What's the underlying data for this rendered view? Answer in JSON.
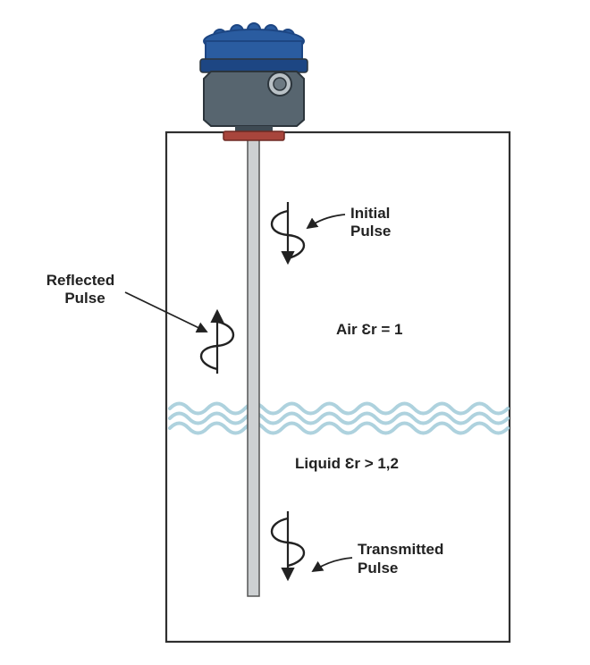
{
  "diagram": {
    "labels": {
      "initial_pulse": [
        "Initial",
        "Pulse"
      ],
      "reflected_pulse": [
        "Reflected",
        "Pulse"
      ],
      "transmitted_pulse": [
        "Transmitted",
        "Pulse"
      ],
      "air": "Air Ɛr = 1",
      "liquid": "Liquid Ɛr > 1,2"
    },
    "colors": {
      "ink": "#222222",
      "tank_outline": "#2f2f2f",
      "tank_fill": "#ffffff",
      "cap_blue": "#2a5ca0",
      "cap_blue_dark": "#1d4683",
      "body_gray": "#57656f",
      "body_outline": "#2c353c",
      "port_ring": "#b9c1c6",
      "port_center": "#6d7a83",
      "neck_gray": "#3e4a53",
      "flange_red": "#a8453c",
      "flange_red_dark": "#6e2a23",
      "rod_gray": "#cdd0d2",
      "rod_outline": "#555555",
      "wave_blue": "#aed2de"
    }
  }
}
